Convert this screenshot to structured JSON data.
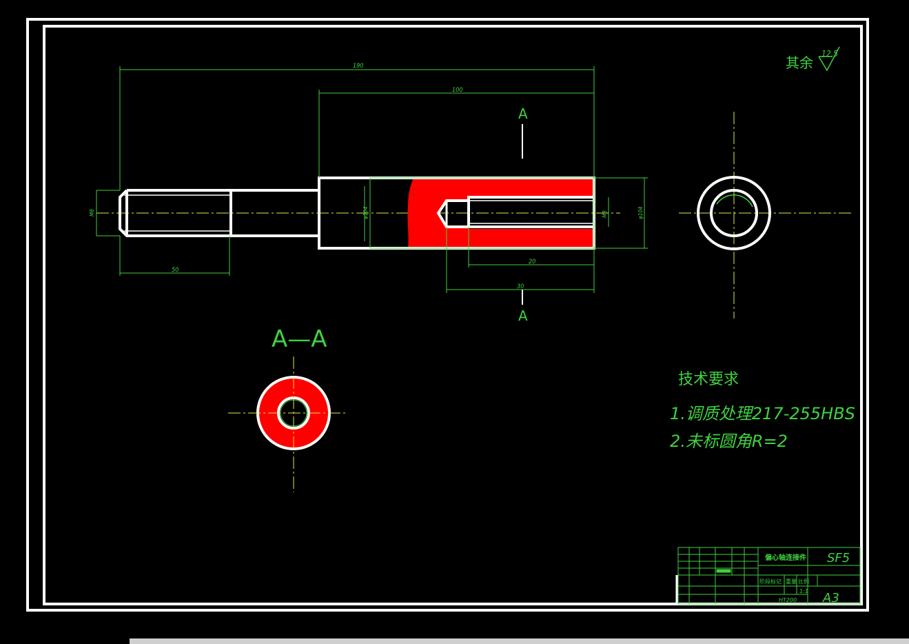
{
  "roughness": {
    "label": "其余",
    "value": "12.5"
  },
  "section": {
    "cut_letter": "A",
    "view_title": "A—A"
  },
  "dimensions": {
    "overall_length": "190",
    "body_length": "100",
    "thread_length": "50",
    "bore_depth": "20",
    "drill_depth": "30",
    "thread_dia": "M8",
    "body_dia": "φ104",
    "bore_dia": "M8",
    "outer_dia": "φ104"
  },
  "tech_requirements": {
    "heading": "技术要求",
    "items": [
      "1.调质处理217-255HBS",
      "2.未标圆角R=2"
    ]
  },
  "title_block": {
    "part_name": "偏心轴连接件",
    "drawing_no": "SF5",
    "material": "HT200",
    "sheet_size": "A3",
    "scale": "1:1",
    "stage_label": "阶段标记",
    "weight_label": "重量",
    "scale_label": "比例"
  },
  "colors": {
    "outline": "#ffffff",
    "dimension": "#3fd23f",
    "centerline": "#e8e84a",
    "hatch": "#ff0000",
    "background": "#000000"
  }
}
